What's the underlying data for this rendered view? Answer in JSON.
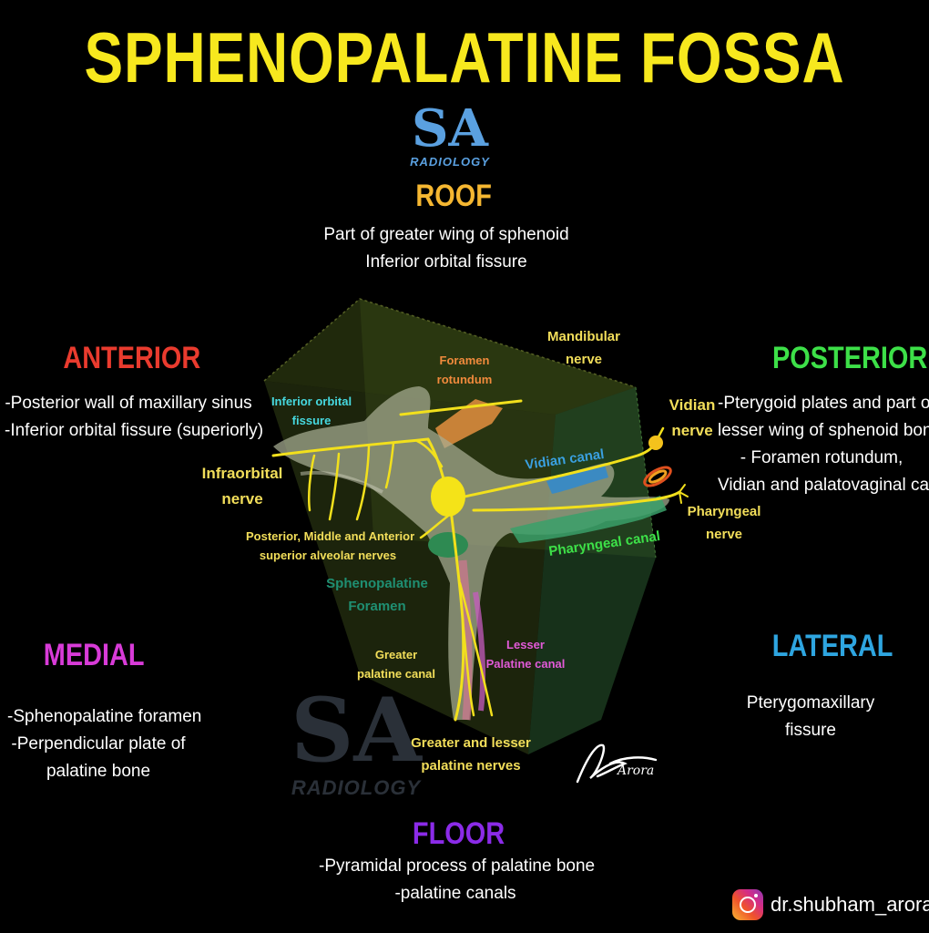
{
  "title": "SPHENOPALATINE FOSSA",
  "logo": {
    "letters": "SA",
    "sub": "RADIOLOGY"
  },
  "watermark": {
    "letters": "SA",
    "sub": "RADIOLOGY"
  },
  "colors": {
    "title": "#f7e81e",
    "roof": "#f5b731",
    "anterior": "#ea3b2e",
    "posterior": "#3de048",
    "medial": "#d83bd8",
    "lateral": "#2ea5e0",
    "floor": "#8b2be8",
    "nerve": "#f2e01c",
    "label_yellow": "#f2de5a",
    "label_orange": "#f08a3c",
    "label_cyan": "#46d9e0",
    "label_blue": "#3aa0e0",
    "label_green": "#3de048",
    "label_teal": "#1f8f72",
    "label_pink": "#e25ad8"
  },
  "sections": {
    "roof": {
      "heading": "ROOF",
      "lines": [
        "Part of greater wing of sphenoid",
        "Inferior orbital fissure"
      ]
    },
    "anterior": {
      "heading": "ANTERIOR",
      "lines": [
        "-Posterior wall of maxillary sinus",
        "-Inferior orbital fissure (superiorly)"
      ]
    },
    "posterior": {
      "heading": "POSTERIOR",
      "lines": [
        "-Pterygoid plates and part of",
        "lesser wing of sphenoid bone",
        "- Foramen rotundum,",
        "Vidian and palatovaginal canals"
      ]
    },
    "medial": {
      "heading": "MEDIAL",
      "lines": [
        "-Sphenopalatine foramen",
        "-Perpendicular plate of",
        "palatine bone"
      ]
    },
    "lateral": {
      "heading": "LATERAL",
      "lines": [
        "Pterygomaxillary",
        "fissure"
      ]
    },
    "floor": {
      "heading": "FLOOR",
      "lines": [
        "-Pyramidal process of palatine bone",
        "-palatine canals"
      ]
    }
  },
  "labels": {
    "foramen_rotundum": [
      "Foramen",
      "rotundum"
    ],
    "mandibular_nerve": [
      "Mandibular",
      "nerve"
    ],
    "inferior_orbital_fissure": [
      "Inferior orbital",
      "fissure"
    ],
    "vidian_nerve": [
      "Vidian",
      "nerve"
    ],
    "vidian_canal": [
      "Vidian canal"
    ],
    "infraorbital_nerve": [
      "Infraorbital",
      "nerve"
    ],
    "pharyngeal_nerve": [
      "Pharyngeal",
      "nerve"
    ],
    "pharyngeal_canal": [
      "Pharyngeal canal"
    ],
    "alveolar_nerves": [
      "Posterior, Middle and Anterior",
      "superior alveolar nerves"
    ],
    "sphenopalatine_foramen": [
      "Sphenopalatine",
      "Foramen"
    ],
    "greater_palatine_canal": [
      "Greater",
      "palatine canal"
    ],
    "lesser_palatine_canal": [
      "Lesser",
      "Palatine canal"
    ],
    "palatine_nerves": [
      "Greater and lesser",
      "palatine nerves"
    ]
  },
  "signature": "Arora",
  "instagram": {
    "icon": "instagram-icon",
    "handle": "dr.shubham_arora"
  }
}
